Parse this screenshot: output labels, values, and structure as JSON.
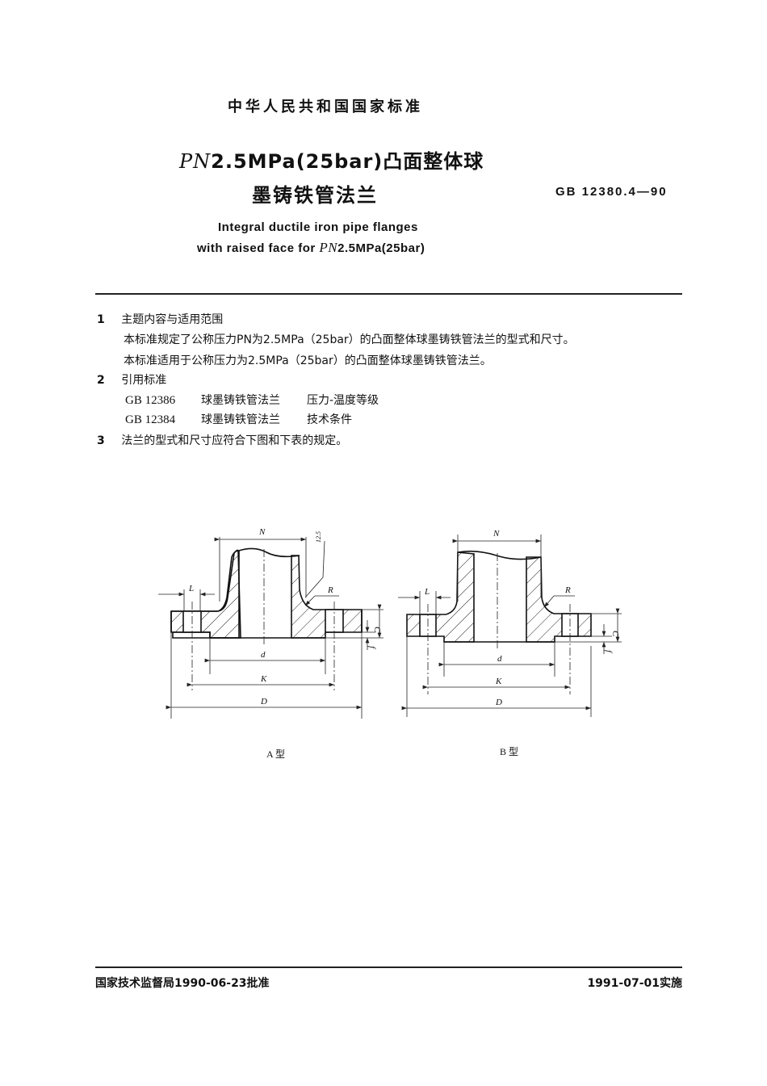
{
  "header": {
    "standard_type": "中华人民共和国国家标准",
    "title_line1_pn": "PN",
    "title_line1_rest": "2.5MPa(25bar)凸面整体球",
    "title_line2": "墨铸铁管法兰",
    "code": "GB 12380.4—90",
    "english_line1": "Integral ductile iron pipe flanges",
    "english_line2_prefix": "with raised face for ",
    "english_line2_pn": "PN",
    "english_line2_rest": "2.5MPa(25bar)"
  },
  "sections": [
    {
      "number": "1",
      "title": "主题内容与适用范围",
      "paragraphs": [
        "本标准规定了公称压力PN为2.5MPa（25bar）的凸面整体球墨铸铁管法兰的型式和尺寸。",
        "本标准适用于公称压力为2.5MPa（25bar）的凸面整体球墨铸铁管法兰。"
      ]
    },
    {
      "number": "2",
      "title": "引用标准",
      "references": [
        {
          "code": "GB 12386",
          "name": "球墨铸铁管法兰",
          "subject": "压力-温度等级"
        },
        {
          "code": "GB 12384",
          "name": "球墨铸铁管法兰",
          "subject": "技术条件"
        }
      ]
    },
    {
      "number": "3",
      "title": "法兰的型式和尺寸应符合下图和下表的规定。"
    }
  ],
  "figures": [
    {
      "caption": "A 型",
      "labels": {
        "N": "N",
        "L": "L",
        "R": "R",
        "C": "C",
        "f": "f",
        "d": "d",
        "K": "K",
        "D": "D",
        "surface": "12.5"
      }
    },
    {
      "caption": "B 型",
      "labels": {
        "N": "N",
        "L": "L",
        "R": "R",
        "C": "C",
        "f": "f",
        "d": "d",
        "K": "K",
        "D": "D"
      }
    }
  ],
  "footer": {
    "approval": "国家技术监督局1990-06-23批准",
    "implementation": "1991-07-01实施"
  }
}
